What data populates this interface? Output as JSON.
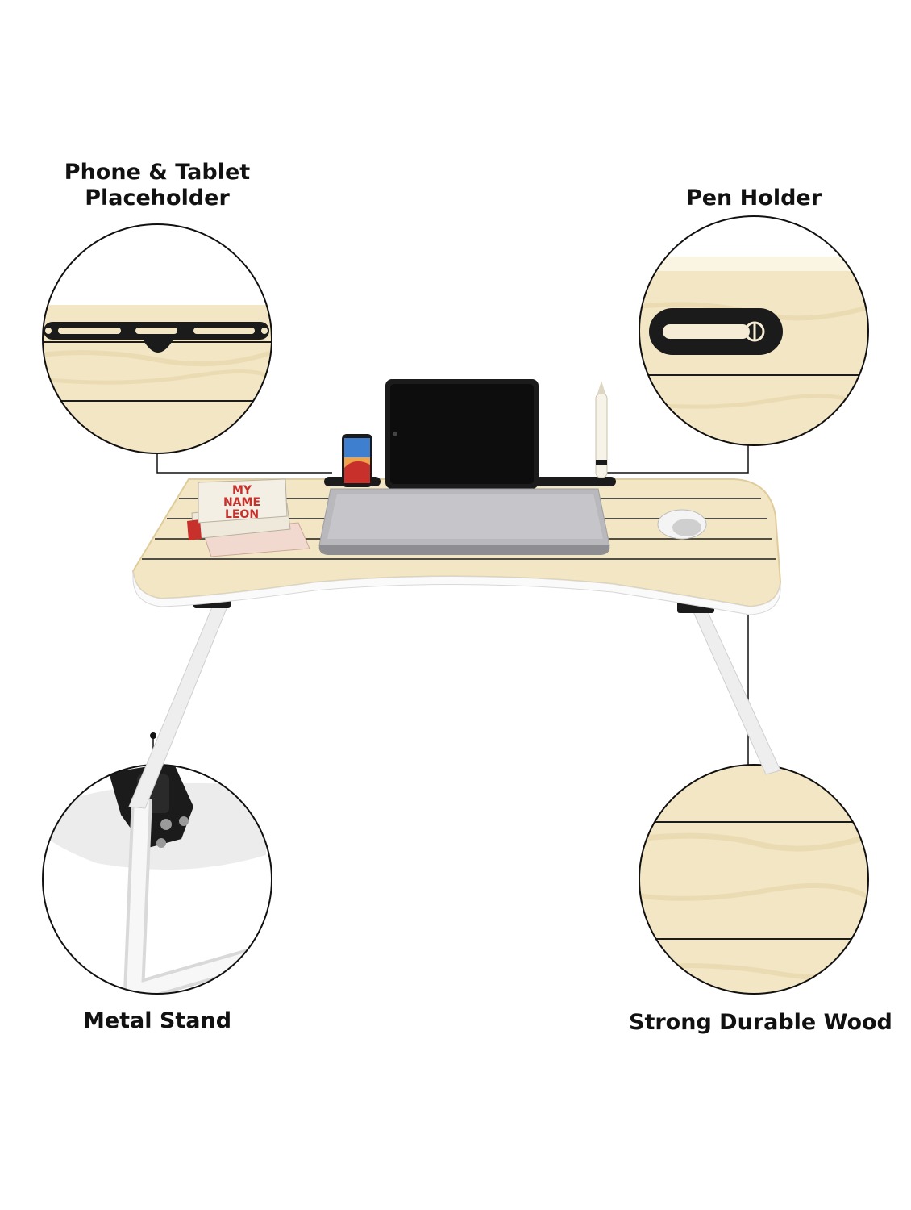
{
  "features": {
    "phone_tablet": {
      "line1": "Phone & Tablet",
      "line2": "Placeholder"
    },
    "pen_holder": {
      "label": "Pen Holder"
    },
    "metal_stand": {
      "label": "Metal Stand"
    },
    "wood": {
      "label": "Strong Durable Wood"
    }
  },
  "book": {
    "line1": "MY",
    "line2": "NAME",
    "line3": "LEON"
  },
  "colors": {
    "wood": "#f3e6c4",
    "wood_light": "#f8efd6",
    "wood_edge": "#e6d3a6",
    "slot_black": "#1b1b1b",
    "frame_white": "#f4f4f4",
    "laptop": "#b9b9bd",
    "book_red": "#c8302b"
  }
}
